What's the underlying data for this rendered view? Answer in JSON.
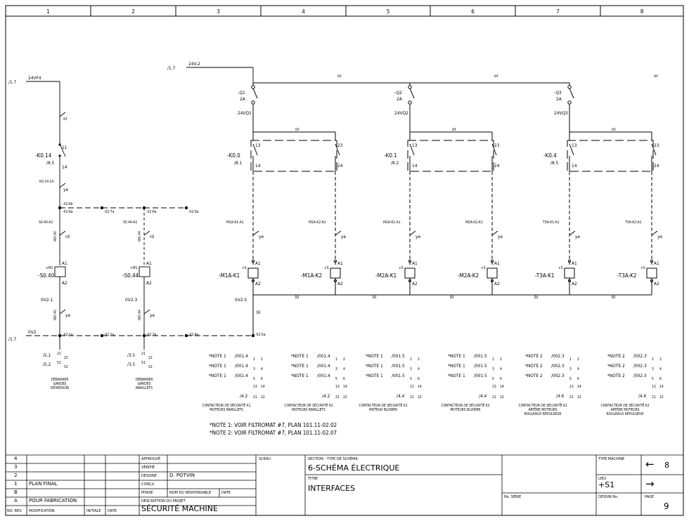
{
  "grid_columns": [
    "1",
    "2",
    "3",
    "4",
    "5",
    "6",
    "7",
    "8"
  ],
  "refs": {
    "a": "/1.7",
    "b": "/1.7",
    "c": "/1.7"
  },
  "wires": {
    "w24vf4": "24VF4",
    "w24v2": "24V-2",
    "or": "or",
    "ye": "ye",
    "rd": "rd",
    "bl": "bl"
  },
  "left_branch": {
    "k014_tag": "-K0.14",
    "k014_ref": "/8.5",
    "k014_11": "11",
    "k014_14": "14",
    "k014_wire": "K0.14:14",
    "x2_6b": "-X2:6b",
    "x2_6a": "-X2:6a",
    "x2_7a": "-X2:7a",
    "x2_8a": "-X2:8a",
    "x2_9a": "-X2:9a",
    "x2_1a": "-X2:1a",
    "x2_2a": "-X2:2a",
    "x2_3a": "-X2:3a",
    "x2_4a": "-X2:4a",
    "x2_5a": "-X2:5a",
    "ov2": "0V2",
    "ov2_1": "0V2-1",
    "ov2_3": "0V2-3",
    "ov2_5": "0V2-5",
    "coils": [
      {
        "wire": "S0.40:A1",
        "cable": "-W0.40",
        "loc": "+M1",
        "tag": "-S0.40",
        "a1": "A1",
        "a2": "A2",
        "xref": [
          {
            "r": "/5.1",
            "t": "21",
            "b": "22"
          },
          {
            "r": "/5.2",
            "t": "51",
            "b": "52"
          }
        ],
        "desc": [
          "DÉBARRER",
          "GARDES",
          "DÉVERSOIR"
        ]
      },
      {
        "wire": "S0.44:A1",
        "cable": "-W0.44",
        "loc": "+M1",
        "tag": "-S0.44",
        "a1": "A1",
        "a2": "A2",
        "xref": [
          {
            "r": "/3.5",
            "t": "21",
            "b": "22"
          },
          {
            "r": "/3.5",
            "t": "51",
            "b": "52"
          }
        ],
        "desc": [
          "DÉBARRER",
          "GARDES",
          "BARILLETS"
        ]
      }
    ]
  },
  "groups": [
    {
      "fuse": "-Q1",
      "amp": "2A",
      "wire": "24VQ1",
      "k": "-K0.0",
      "kref": "/8.1"
    },
    {
      "fuse": "-Q2",
      "amp": "2A",
      "wire": "24VQ2",
      "k": "-K0.1",
      "kref": "/8.2"
    },
    {
      "fuse": "-Q3",
      "amp": "2A",
      "wire": "24VQ3",
      "k": "-K0.4",
      "kref": "/8.5"
    }
  ],
  "contacts": {
    "c13": "13",
    "c14": "14",
    "c23": "23",
    "c24": "24"
  },
  "contactors": [
    {
      "wire": "M1A-K1:A1",
      "tag": "-M1A-K1",
      "loc": "+S",
      "n1": "*NOTE 1",
      "r1": "/001.4",
      "n2": "*NOTE 1",
      "r2": "/001.4",
      "n3": "*NOTE 1",
      "r3": "/001.4",
      "aux": "/4.2",
      "desc": [
        "CONTACTEUR DE SÉCURITÉ K1",
        "MOTEURS BARILLETS"
      ]
    },
    {
      "wire": "M1A-K2:A1",
      "tag": "-M1A-K2",
      "loc": "+S",
      "n1": "*NOTE 1",
      "r1": "/001.4",
      "n2": "*NOTE 1",
      "r2": "/001.4",
      "n3": "*NOTE 1",
      "r3": "/001.4",
      "aux": "/4.2",
      "desc": [
        "CONTACTEUR DE SÉCURITÉ K2",
        "MOTEURS BARILLETS"
      ]
    },
    {
      "wire": "M2A-K1:A1",
      "tag": "-M2A-K1",
      "loc": "+S",
      "n1": "*NOTE 1",
      "r1": "/001.5",
      "n2": "*NOTE 1",
      "r2": "/001.5",
      "n3": "*NOTE 1",
      "r3": "/001.5",
      "aux": "/4.4",
      "desc": [
        "CONTACTEUR DE SÉCURITÉ K1",
        "MOTEUR BLOWER"
      ]
    },
    {
      "wire": "M2A-K2:A1",
      "tag": "-M2A-K2",
      "loc": "+S",
      "n1": "*NOTE 1",
      "r1": "/001.5",
      "n2": "*NOTE 1",
      "r2": "/001.5",
      "n3": "*NOTE 1",
      "r3": "/001.5",
      "aux": "/4.4",
      "desc": [
        "CONTACTEUR DE SÉCURITÉ K2",
        "MOTEURS BLOWER"
      ]
    },
    {
      "wire": "T3A-K1:A1",
      "tag": "-T3A-K1",
      "loc": "+S",
      "n1": "*NOTE 2",
      "r1": "/002.3",
      "n2": "*NOTE 2",
      "r2": "/002.3",
      "n3": "*NOTE 2",
      "r3": "/002.3",
      "aux": "/4.6",
      "desc": [
        "CONTACTEUR DE SÉCURITÉ K1",
        "ARTÈRE MOTEURS",
        "ROULEAUX REPULSEUR"
      ]
    },
    {
      "wire": "T3A-K2:A1",
      "tag": "-T3A-K2",
      "loc": "+S",
      "n1": "*NOTE 2",
      "r1": "/002.3",
      "n2": "*NOTE 2",
      "r2": "/002.3",
      "n3": "*NOTE 2",
      "r3": "/002.3",
      "aux": "/4.6",
      "desc": [
        "CONTACTEUR DE SÉCURITÉ K2",
        "ARTÈRE MOTEURS",
        "ROULEAUX REPULSEUR"
      ]
    }
  ],
  "pins": {
    "p1": "1",
    "p2": "2",
    "p3": "3",
    "p4": "4",
    "p5": "5",
    "p6": "6",
    "p13": "13",
    "p14": "14",
    "p21": "21",
    "p22": "22"
  },
  "notes": [
    "*NOTE 1:  VOIR FILTROMAT #7, PLAN 101.11-02.02",
    "*NOTE 2:  VOIR FILTROMAT #7, PLAN 101.11-02.07"
  ],
  "title_block": {
    "revs": [
      {
        "n": "4",
        "m": ""
      },
      {
        "n": "3",
        "m": ""
      },
      {
        "n": "2",
        "m": ""
      },
      {
        "n": "1",
        "m": "PLAN FINAL"
      },
      {
        "n": "B",
        "m": ""
      },
      {
        "n": "A",
        "m": "POUR FABRICATION"
      }
    ],
    "hdr_no": "NO. REV.",
    "hdr_mod": "MODIFICATION",
    "hdr_init": "INITIALE",
    "hdr_date": "DATE",
    "approuve": "APPROUVÉ",
    "verifie": "VÉRIFIÉ",
    "dessine": "DESSINÉ",
    "dessine_val": "D. POTVIN",
    "concu": "CONÇU",
    "phase": "PHASE",
    "nom_resp": "NOM DU RESPONSABLE",
    "date": "DATE",
    "desc_proj": "DESCRIPTION DU PROJET",
    "desc_proj_val": "SÉCURITÉ MACHINE",
    "sceau": "SCEAU",
    "section_lbl": "SECTION - TYPE DE SCHÉMA",
    "section_val": "6-SCHÉMA ÉLECTRIQUE",
    "titre_lbl": "TITRE",
    "titre_val": "INTERFACES",
    "no_serie": "No. SÉRIE",
    "type_machine": "TYPE MACHINE",
    "lieu": "LIEU",
    "lieu_val": "+S1",
    "dessin_no": "DESSIN No.",
    "page_lbl": "PAGE",
    "page_val": "9",
    "prev_page": "8",
    "arrow_prev": "←",
    "arrow_next": "→"
  }
}
